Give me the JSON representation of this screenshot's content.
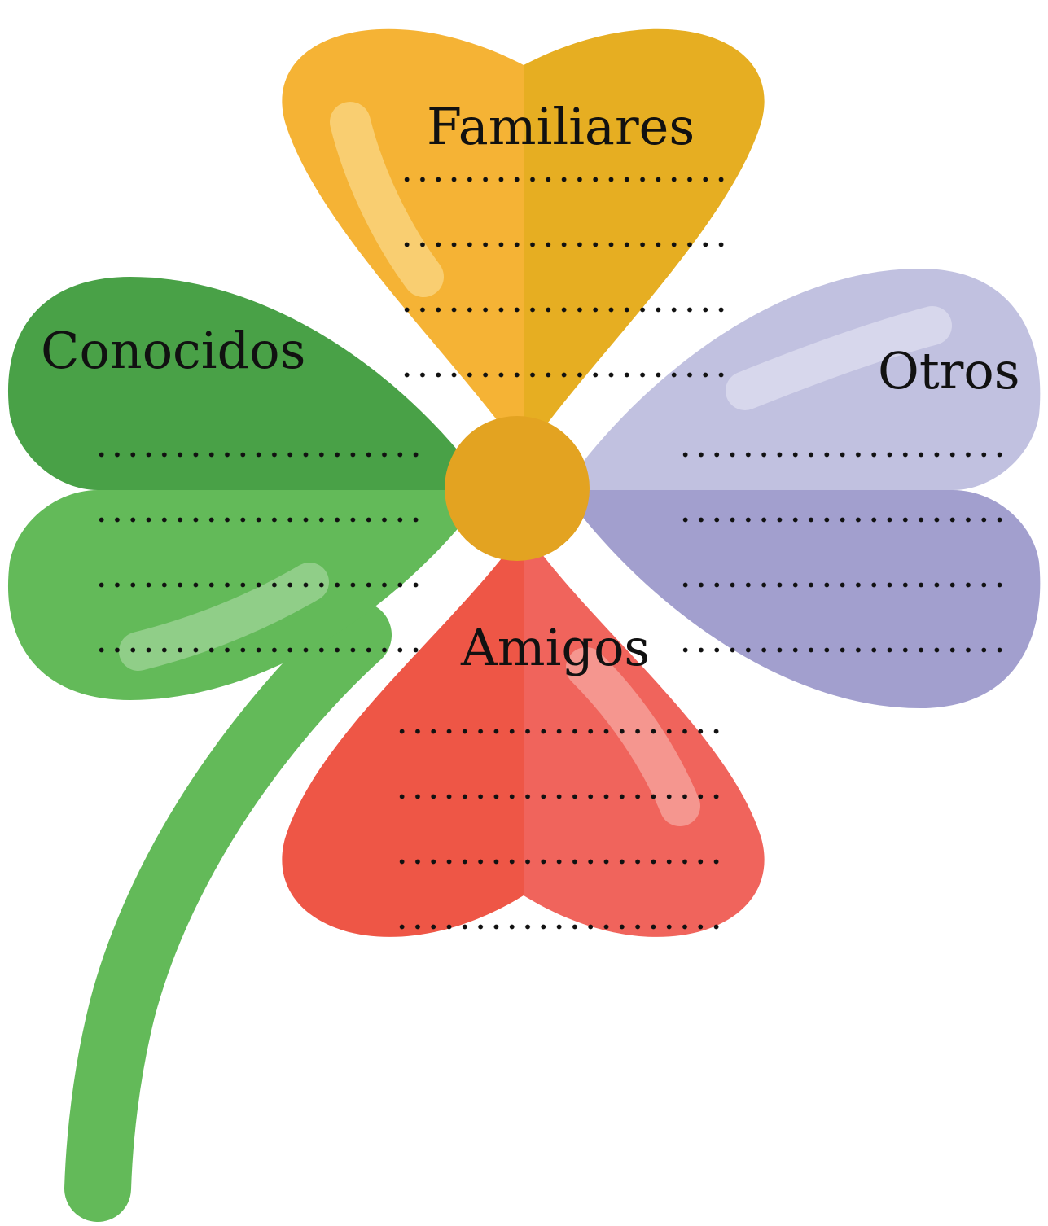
{
  "diagram": {
    "labels": {
      "familiares": "Familiares",
      "conocidos": "Conocidos",
      "otros": "Otros",
      "amigos": "Amigos"
    },
    "lines_per_petal": 4,
    "colors": {
      "familiares_light": "#F5B335",
      "familiares_dark": "#E6AE22",
      "conocidos_dark": "#49A147",
      "conocidos_light": "#63BA59",
      "otros_light": "#C1C1E0",
      "otros_dark": "#A29FCE",
      "amigos_dark": "#EE5646",
      "amigos_light": "#F0645C",
      "center": "#E3A321",
      "stem": "#63BA59"
    }
  }
}
